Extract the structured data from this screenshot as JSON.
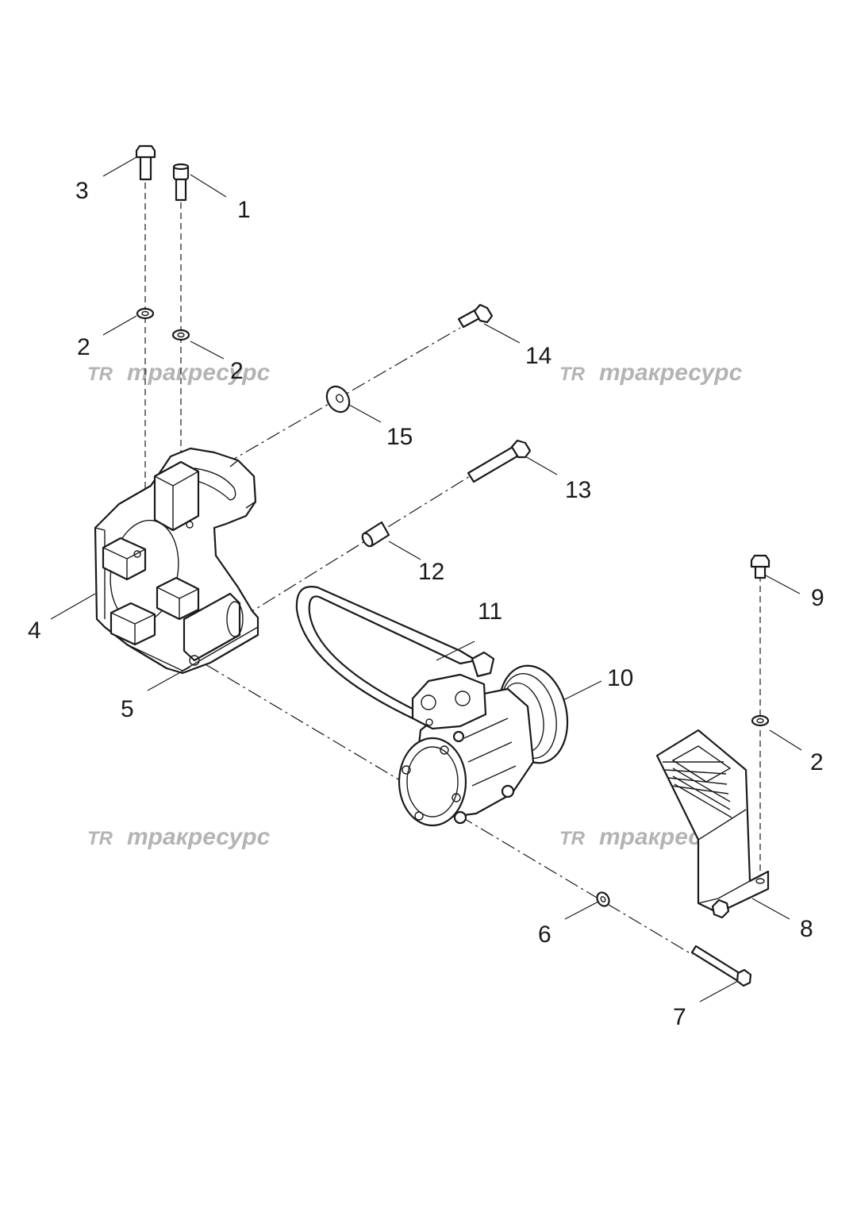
{
  "watermark": {
    "logo": "TR",
    "text": "тракресурс"
  },
  "callouts": [
    {
      "id": "callout-1",
      "label": "1"
    },
    {
      "id": "callout-2a",
      "label": "2"
    },
    {
      "id": "callout-2b",
      "label": "2"
    },
    {
      "id": "callout-2c",
      "label": "2"
    },
    {
      "id": "callout-3",
      "label": "3"
    },
    {
      "id": "callout-4",
      "label": "4"
    },
    {
      "id": "callout-5",
      "label": "5"
    },
    {
      "id": "callout-6",
      "label": "6"
    },
    {
      "id": "callout-7",
      "label": "7"
    },
    {
      "id": "callout-8",
      "label": "8"
    },
    {
      "id": "callout-9",
      "label": "9"
    },
    {
      "id": "callout-10",
      "label": "10"
    },
    {
      "id": "callout-11",
      "label": "11"
    },
    {
      "id": "callout-12",
      "label": "12"
    },
    {
      "id": "callout-13",
      "label": "13"
    },
    {
      "id": "callout-14",
      "label": "14"
    },
    {
      "id": "callout-15",
      "label": "15"
    }
  ]
}
